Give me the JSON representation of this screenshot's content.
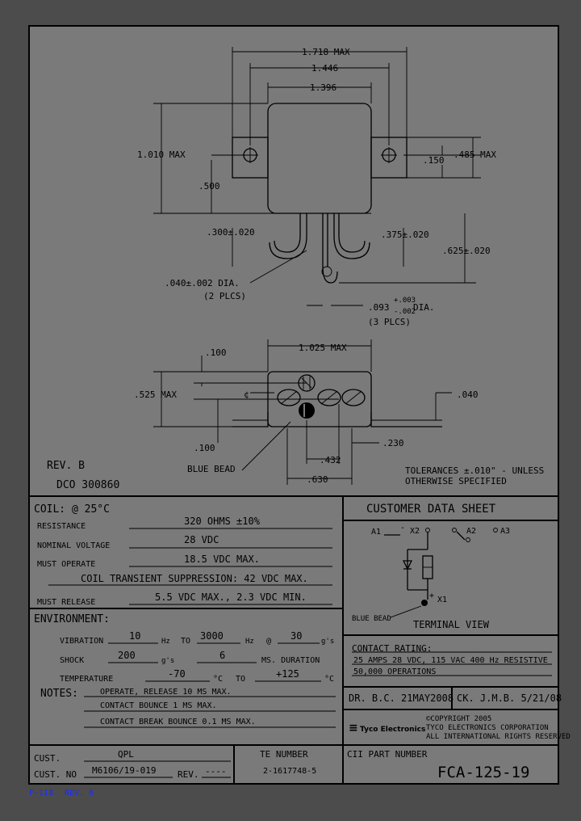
{
  "drawing": {
    "dims": {
      "width_max": "1.718 MAX",
      "mount_spacing": "1.446",
      "body_width": "1.396",
      "height_max": "1.010 MAX",
      "mount_height": ".500",
      "hole_offset": ".150",
      "flange_height": ".485 MAX",
      "term_left": ".300±.020",
      "term_right": ".375±.020",
      "term_length": ".625±.020",
      "wire_dia": ".040±.002 DIA.",
      "wire_qty": "(2 PLCS)",
      "term_dia": ".093",
      "term_tol_plus": "+.003",
      "term_tol_minus": "-.002",
      "term_dia_suffix": "DIA.",
      "term_qty": "(3 PLCS)",
      "top_offset": ".100",
      "bottom_height": ".525 MAX",
      "bottom_width": "1.025 MAX",
      "bottom_offset": ".100",
      "foot_height": ".040",
      "foot_thick": ".230",
      "term_spacing": ".432",
      "term_span": ".630",
      "centerline": "¢"
    },
    "blue_bead_label": "BLUE BEAD",
    "tolerances": [
      "TOLERANCES ±.010\" - UNLESS",
      "OTHERWISE SPECIFIED"
    ],
    "rev": "REV.  B",
    "dco": "DCO 300860"
  },
  "coil": {
    "title": "COIL: @ 25°C",
    "resistance_label": "RESISTANCE",
    "resistance_value": "320 OHMS ±10%",
    "nominal_label": "NOMINAL VOLTAGE",
    "nominal_value": "28  VDC",
    "operate_label": "MUST OPERATE",
    "operate_value": "18.5 VDC MAX.",
    "suppression": "COIL TRANSIENT SUPPRESSION:  42 VDC MAX.",
    "release_label": "MUST RELEASE",
    "release_value": "5.5 VDC MAX., 2.3 VDC MIN."
  },
  "environment": {
    "title": "ENVIRONMENT:",
    "vibration_label": "VIBRATION",
    "vib_from": "10",
    "hz1": "Hz",
    "to1": "TO",
    "vib_to": "3000",
    "hz2": "Hz",
    "at": "@",
    "vib_g": "30",
    "g_unit": "g's",
    "shock_label": "SHOCK",
    "shock_g": "200",
    "shock_g_unit": "g's",
    "shock_ms": "6",
    "ms_duration": "MS. DURATION",
    "temp_label": "TEMPERATURE",
    "temp_from": "-70",
    "deg1": "°C",
    "to2": "TO",
    "temp_to": "+125",
    "deg2": "°C"
  },
  "notes": {
    "title": "NOTES:",
    "lines": [
      "OPERATE, RELEASE 10 MS MAX.",
      "CONTACT BOUNCE 1 MS MAX.",
      "CONTACT BREAK BOUNCE 0.1 MS MAX."
    ]
  },
  "customer": {
    "title": "CUSTOMER DATA SHEET",
    "terminals": {
      "a1": "A1",
      "x2": "X2",
      "a2": "A2",
      "a3": "A3",
      "x1": "X1",
      "minus": "-",
      "plus": "+"
    },
    "bead_label": "BLUE BEAD",
    "terminal_view": "TERMINAL VIEW",
    "contact_title": "CONTACT RATING:",
    "contact_line1": "25 AMPS 28 VDC, 115 VAC 400 Hz RESISTIVE",
    "contact_line2": "50,000 OPERATIONS"
  },
  "titleblock": {
    "dr": "DR. B.C.   21MAY2008",
    "ck": "CK. J.M.B.  5/21/08",
    "company": "Tyco Electronics",
    "copyright": [
      "©COPYRIGHT 2005",
      "TYCO ELECTRONICS CORPORATION",
      "ALL INTERNATIONAL RIGHTS RESERVED"
    ],
    "cust_label": "CUST.",
    "cust_value": "QPL",
    "cust_no_label": "CUST. NO",
    "cust_no_value": "M6106/19-019",
    "rev_label": "REV.",
    "rev_value": "----",
    "te_label": "TE NUMBER",
    "te_value": "2-1617748-5",
    "cii_label": "CII PART NUMBER",
    "cii_value": "FCA-125-19"
  },
  "footer": {
    "form": "F-118",
    "rev": "REV. 6"
  }
}
